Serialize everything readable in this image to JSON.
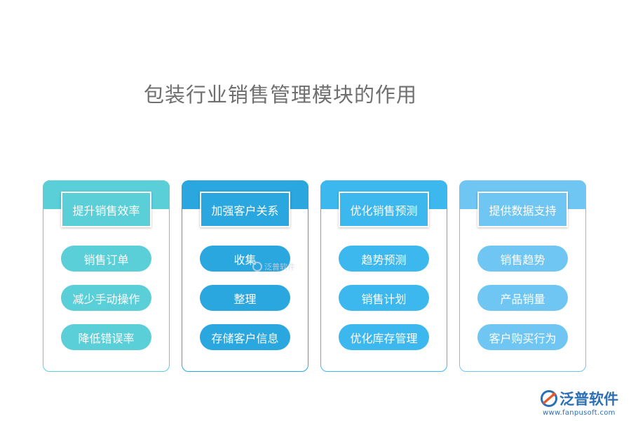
{
  "title": "包装行业销售管理模块的作用",
  "columns": [
    {
      "heading": "提升销售效率",
      "items": [
        "销售订单",
        "减少手动操作",
        "降低错误率"
      ],
      "color": "#5bcfd8"
    },
    {
      "heading": "加强客户关系",
      "items": [
        "收集",
        "整理",
        "存储客户信息"
      ],
      "color": "#2aa7df"
    },
    {
      "heading": "优化销售预测",
      "items": [
        "趋势预测",
        "销售计划",
        "优化库存管理"
      ],
      "color": "#3db8ee"
    },
    {
      "heading": "提供数据支持",
      "items": [
        "销售趋势",
        "产品销量",
        "客户购买行为"
      ],
      "color": "#6fc6f3"
    }
  ],
  "watermark": "泛普软件",
  "logo": {
    "name": "泛普软件",
    "url": "www.fanpusoft.com"
  }
}
